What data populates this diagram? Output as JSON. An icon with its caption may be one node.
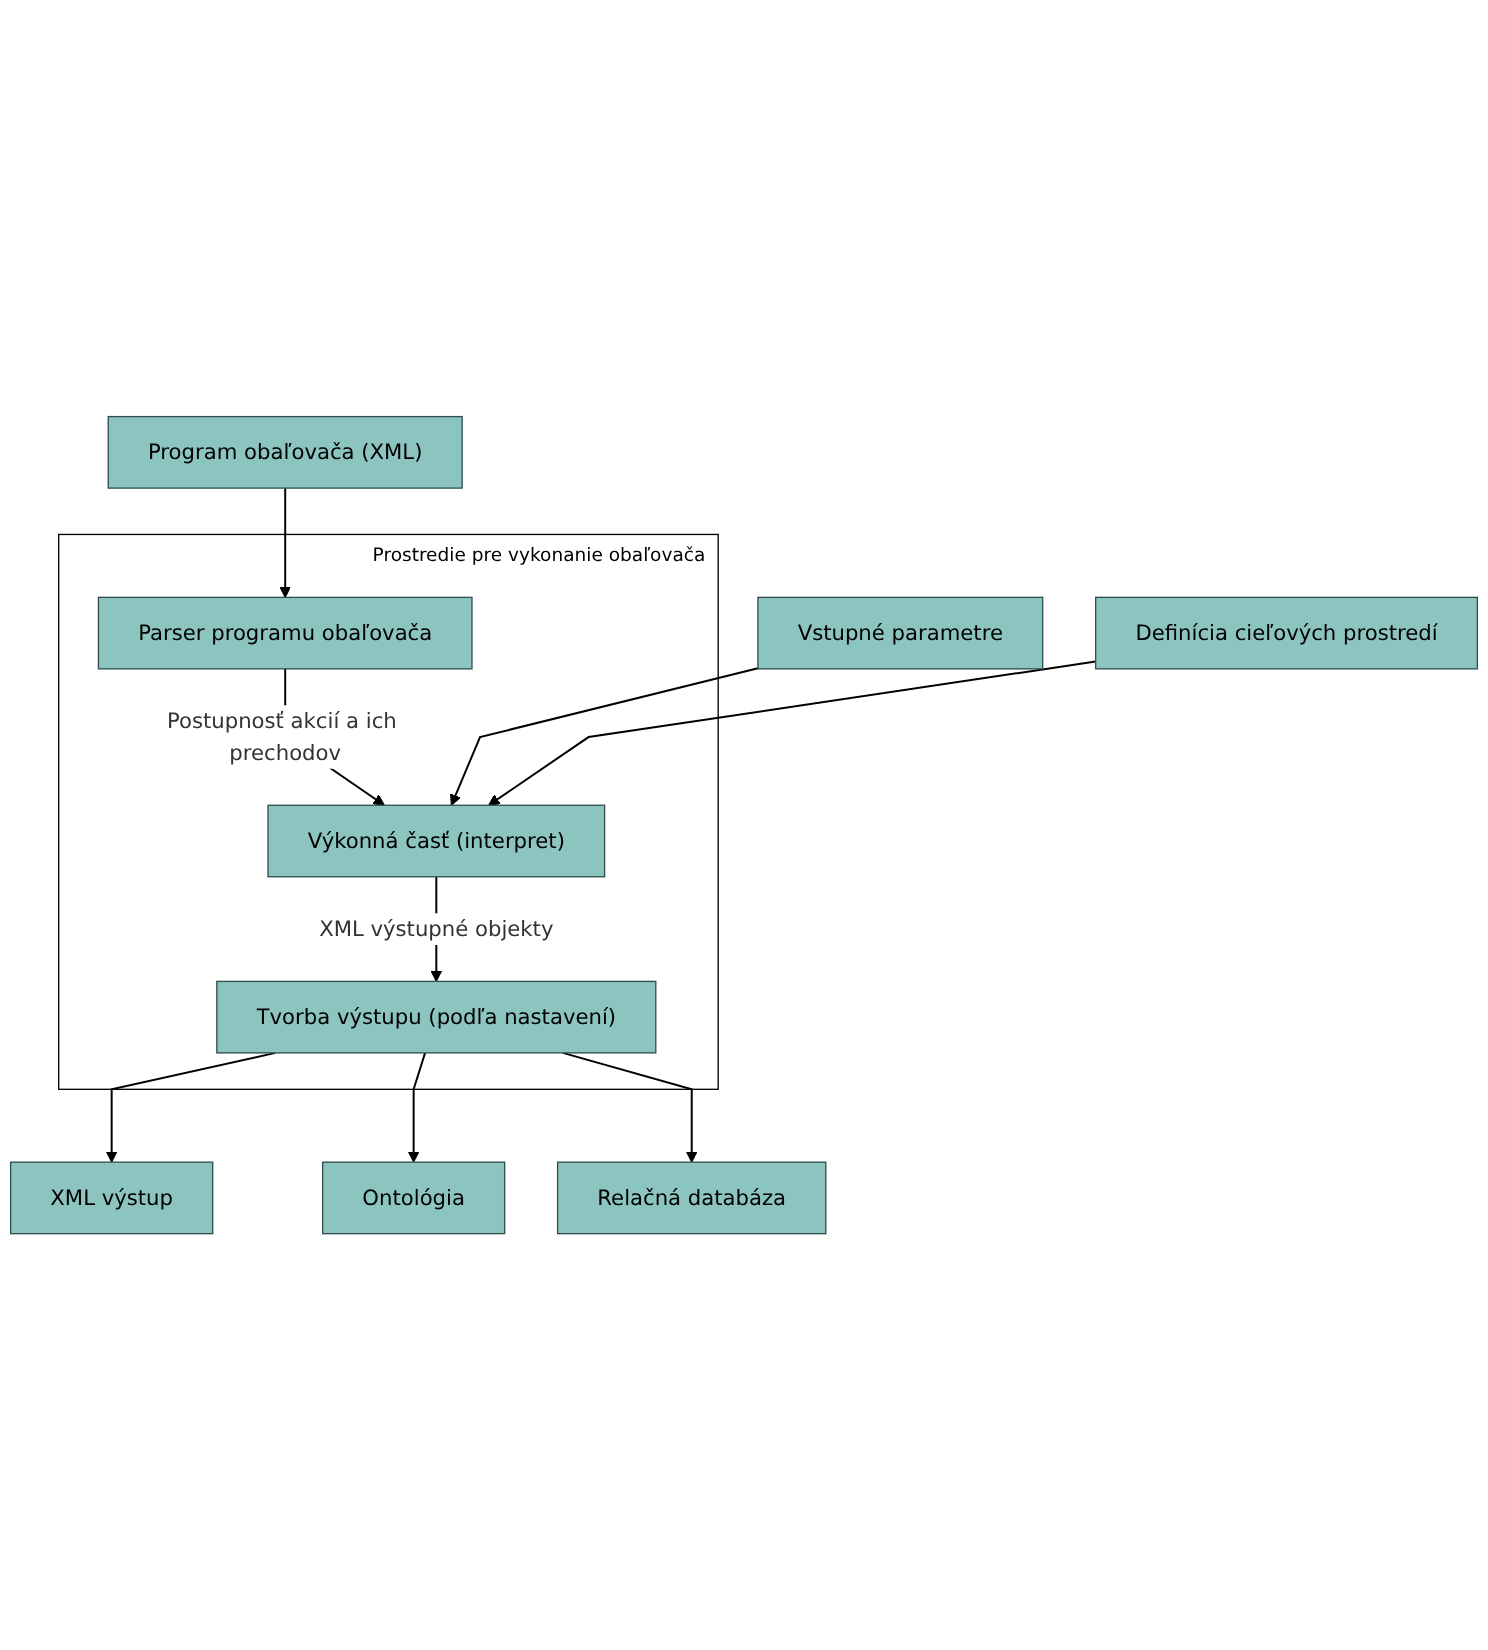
{
  "diagram": {
    "nodes": [
      {
        "text": [
          "Prostredie pre vykonanie obaľovača"
        ]
      },
      {
        "text": [
          "Program obaľovača (XML)"
        ]
      },
      {
        "text": [
          "Parser programu obaľovača"
        ],
        "in": 0
      },
      {
        "text": [
          "Vstupné parametre"
        ]
      },
      {
        "text": [
          "Definícia cieľových prostredí"
        ]
      },
      {
        "text": [
          "Výkonná časť (interpret)"
        ],
        "in": 0
      },
      {
        "text": [
          "Tvorba výstupu (podľa nastavení)"
        ],
        "in": 0
      },
      {
        "text": [
          "XML výstup"
        ]
      },
      {
        "text": [
          "Ontológia"
        ]
      },
      {
        "text": [
          "Relačná databáza"
        ]
      }
    ],
    "edges": [
      {
        "from": 1,
        "to": 2,
        "arrow": "to"
      },
      {
        "from": 2,
        "to": 5,
        "arrow": "to",
        "label": "Postupnosť akcií a ich prechodov"
      },
      {
        "from": 3,
        "to": 5,
        "arrow": "to"
      },
      {
        "from": 4,
        "to": 5,
        "arrow": "to"
      },
      {
        "from": 5,
        "to": 6,
        "arrow": "to",
        "label": "XML výstupné objekty"
      },
      {
        "from": 6,
        "to": 7,
        "arrow": "to"
      },
      {
        "from": 6,
        "to": 8,
        "arrow": "to"
      },
      {
        "from": 6,
        "to": 9,
        "arrow": "to"
      }
    ]
  }
}
